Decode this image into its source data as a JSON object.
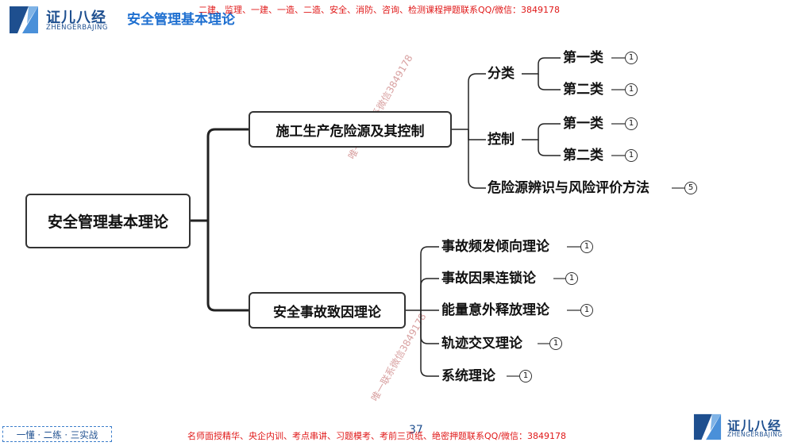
{
  "header": {
    "brand_name": "证儿八经",
    "brand_sub": "ZHENGERBAJING",
    "page_title": "安全管理基本理论",
    "ad_text": "二建、监理、一建、一造、二造、安全、消防、咨询、检测课程押题联系QQ/微信：3849178"
  },
  "watermarks": {
    "w1": "唯一押题联系微信3849178",
    "w2": "唯一联系微信3849178"
  },
  "mindmap": {
    "root": "安全管理基本理论",
    "branch1": {
      "label": "施工生产危险源及其控制",
      "classify": {
        "label": "分类",
        "c1": "第一类",
        "c1_badge": "1",
        "c2": "第二类",
        "c2_badge": "1"
      },
      "control": {
        "label": "控制",
        "c1": "第一类",
        "c1_badge": "1",
        "c2": "第二类",
        "c2_badge": "1"
      },
      "method": {
        "label": "危险源辨识与风险评价方法",
        "badge": "5"
      }
    },
    "branch2": {
      "label": "安全事故致因理论",
      "items": [
        {
          "label": "事故频发倾向理论",
          "badge": "1"
        },
        {
          "label": "事故因果连锁论",
          "badge": "1"
        },
        {
          "label": "能量意外释放理论",
          "badge": "1"
        },
        {
          "label": "轨迹交叉理论",
          "badge": "1"
        },
        {
          "label": "系统理论",
          "badge": "1"
        }
      ]
    }
  },
  "footer": {
    "slogan": "一懂 · 二练 · 三实战",
    "ad_text": "名师面授精华、央企内训、考点串讲、习题模考、考前三页纸、绝密押题联系QQ/微信：3849178",
    "page_number": "37"
  },
  "colors": {
    "brand_blue": "#1e4f8f",
    "title_blue": "#1e6fd0",
    "ad_red": "#e01818"
  }
}
